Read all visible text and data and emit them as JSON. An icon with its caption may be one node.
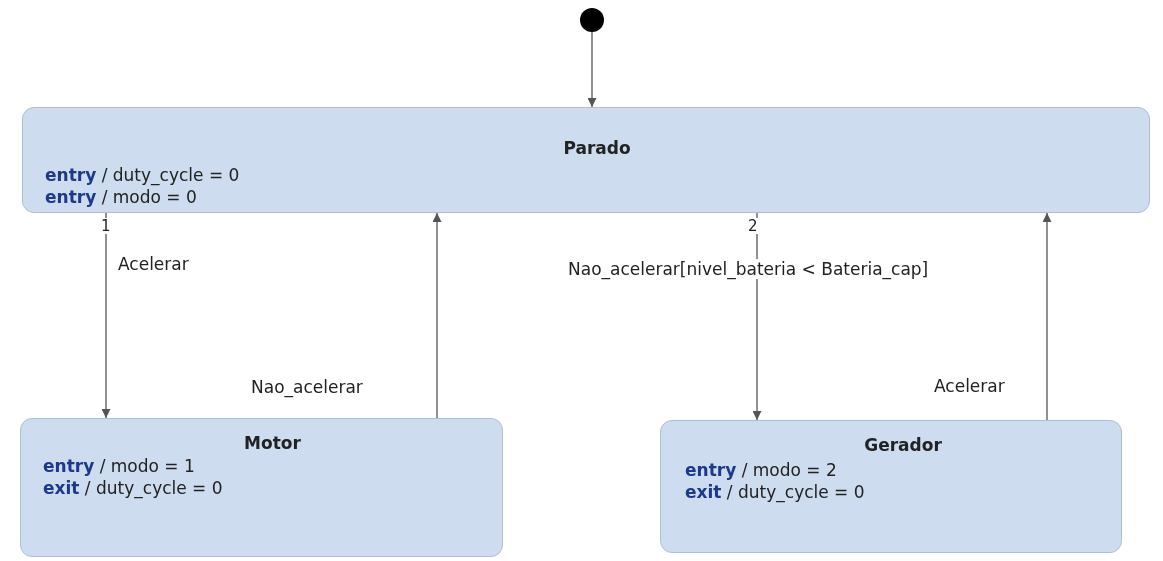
{
  "diagram": {
    "nodes": [
      {
        "text": [],
        "shape": "circle"
      },
      {
        "text": [
          "Parado",
          "**entry** / duty_cycle = 0",
          "**entry** / modo = 0"
        ]
      },
      {
        "text": [
          "Motor",
          "**entry** / modo = 1",
          "**exit** / duty_cycle = 0"
        ]
      },
      {
        "text": [
          "Gerador",
          "**entry** / modo = 2",
          "**exit** / duty_cycle = 0"
        ]
      }
    ],
    "edges": [
      {
        "from": 0,
        "to": 1,
        "arrow": "to"
      },
      {
        "from": 1,
        "to": 2,
        "arrow": "to",
        "label": "Acelerar"
      },
      {
        "from": 2,
        "to": 1,
        "arrow": "to",
        "label": "Nao_acelerar"
      },
      {
        "from": 1,
        "to": 3,
        "arrow": "to",
        "label": "Nao_acelerar[nivel_bateria < Bateria_cap]"
      },
      {
        "from": 3,
        "to": 1,
        "arrow": "to",
        "label": "Acelerar"
      }
    ],
    "labels": [
      "1",
      "2"
    ]
  }
}
